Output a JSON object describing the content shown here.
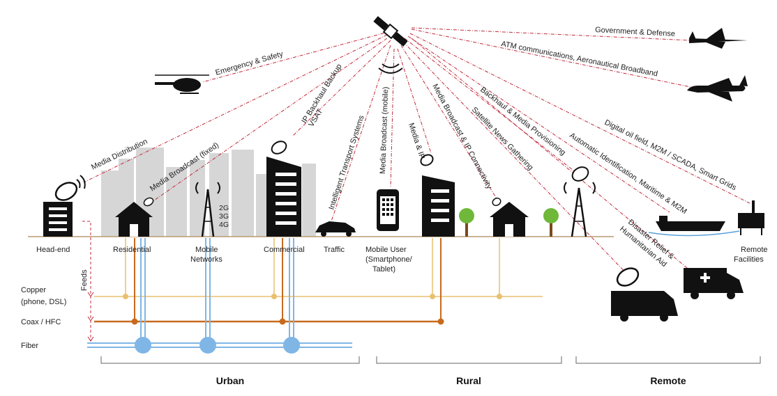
{
  "colors": {
    "satellite_link": "#c0283a",
    "copper": "#e8c070",
    "coax": "#c86a1e",
    "fiber": "#7fb6e6",
    "fiber_node": "#7fb6e6",
    "background_buildings": "#d6d6d6",
    "ground": "#b89a70"
  },
  "icons": [
    "satellite-icon",
    "helicopter-icon",
    "fighter-jet-icon",
    "airliner-icon",
    "headend-dish-icon",
    "house-icon",
    "cell-tower-icon",
    "office-building-icon",
    "car-icon",
    "smartphone-icon",
    "tree-icon",
    "ship-icon",
    "oil-rig-icon",
    "sng-van-icon",
    "ambulance-icon"
  ],
  "service_links": {
    "emergency": "Emergency & Safety",
    "media_distribution": "Media Distribution",
    "media_broadcast_fixed": "Media Broadcast (fixed)",
    "ip_backhaul": "IP Backhaul Backup",
    "vsat": "VSAT",
    "intelligent_transport": "Intelligent Transport Systems",
    "media_broadcast_mobile": "Media Broadcast (mobile)",
    "media_ip": "Media & IP",
    "media_broadcast_ip": "Media Broadcast & IP Connectivity",
    "sng": "Satellite News Gathering",
    "backhaul_media": "Backhaul & Media Provisioning",
    "ais": "Automatic Identification, Maritime & M2M",
    "digital_oil": "Digital oil field, M2M / SCADA, Smart Grids",
    "disaster_relief_line1": "Disaster Relief &",
    "disaster_relief_line2": "Humanitarian Aid",
    "atm": "ATM communications, Aeronautical Broadband",
    "government": "Government  & Defense"
  },
  "sites": {
    "headend": "Head-end",
    "residential": "Residential",
    "mobile_networks_line1": "Mobile",
    "mobile_networks_line2": "Networks",
    "gen_2g": "2G",
    "gen_3g": "3G",
    "gen_4g": "4G",
    "commercial": "Commercial",
    "traffic": "Traffic",
    "mobile_user_line1": "Mobile User",
    "mobile_user_line2": "(Smartphone/",
    "mobile_user_line3": "Tablet)",
    "remote_facilities_line1": "Remote",
    "remote_facilities_line2": "Facilities"
  },
  "networks": {
    "feeds": "Feeds",
    "copper_line1": "Copper",
    "copper_line2": "(phone, DSL)",
    "coax": "Coax / HFC",
    "fiber": "Fiber"
  },
  "regions": {
    "urban": "Urban",
    "rural": "Rural",
    "remote": "Remote"
  }
}
